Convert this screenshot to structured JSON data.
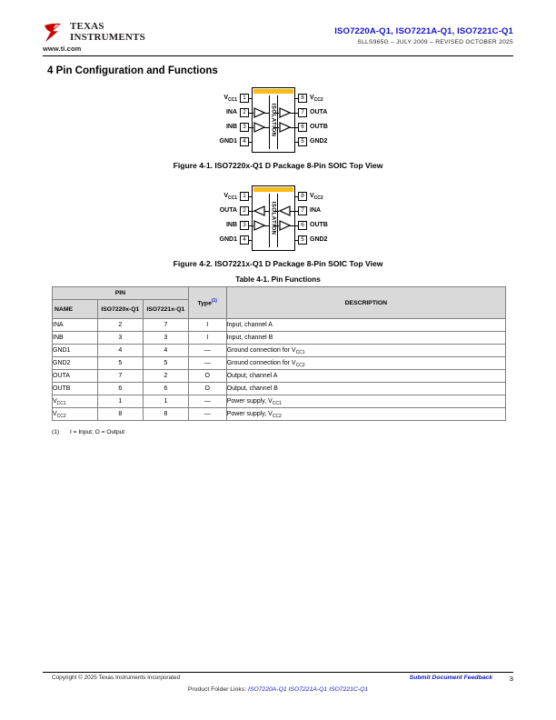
{
  "header": {
    "logo_line1": "TEXAS",
    "logo_line2": "INSTRUMENTS",
    "url": "www.ti.com",
    "part_numbers": "ISO7220A-Q1, ISO7221A-Q1, ISO7221C-Q1",
    "doc_line": "SLLS965G – JULY 2009 – REVISED OCTOBER 2025"
  },
  "section": {
    "title": "4 Pin Configuration and Functions"
  },
  "figures": [
    {
      "caption": "Figure 4-1. ISO7220x-Q1 D Package 8-Pin SOIC Top View",
      "isolation_label": "ISOLATION",
      "left_pins": [
        {
          "num": "1",
          "label": "VCC1",
          "base": "V",
          "sub": "CC1"
        },
        {
          "num": "2",
          "label": "INA",
          "base": "INA",
          "sub": ""
        },
        {
          "num": "3",
          "label": "INB",
          "base": "INB",
          "sub": ""
        },
        {
          "num": "4",
          "label": "GND1",
          "base": "GND1",
          "sub": ""
        }
      ],
      "right_pins": [
        {
          "num": "8",
          "label": "VCC2",
          "base": "V",
          "sub": "CC2"
        },
        {
          "num": "7",
          "label": "OUTA",
          "base": "OUTA",
          "sub": ""
        },
        {
          "num": "6",
          "label": "OUTB",
          "base": "OUTB",
          "sub": ""
        },
        {
          "num": "5",
          "label": "GND2",
          "base": "GND2",
          "sub": ""
        }
      ],
      "buffers": [
        {
          "side": "left",
          "row": "a",
          "direction": "right"
        },
        {
          "side": "left",
          "row": "b",
          "direction": "right"
        },
        {
          "side": "right",
          "row": "a",
          "direction": "right"
        },
        {
          "side": "right",
          "row": "b",
          "direction": "right"
        }
      ]
    },
    {
      "caption": "Figure 4-2. ISO7221x-Q1 D Package 8-Pin SOIC Top View",
      "isolation_label": "ISOLATION",
      "left_pins": [
        {
          "num": "1",
          "label": "VCC1",
          "base": "V",
          "sub": "CC1"
        },
        {
          "num": "2",
          "label": "OUTA",
          "base": "OUTA",
          "sub": ""
        },
        {
          "num": "3",
          "label": "INB",
          "base": "INB",
          "sub": ""
        },
        {
          "num": "4",
          "label": "GND1",
          "base": "GND1",
          "sub": ""
        }
      ],
      "right_pins": [
        {
          "num": "8",
          "label": "VCC2",
          "base": "V",
          "sub": "CC2"
        },
        {
          "num": "7",
          "label": "INA",
          "base": "INA",
          "sub": ""
        },
        {
          "num": "6",
          "label": "OUTB",
          "base": "OUTB",
          "sub": ""
        },
        {
          "num": "5",
          "label": "GND2",
          "base": "GND2",
          "sub": ""
        }
      ],
      "buffers": [
        {
          "side": "left",
          "row": "a",
          "direction": "left"
        },
        {
          "side": "left",
          "row": "b",
          "direction": "right"
        },
        {
          "side": "right",
          "row": "a",
          "direction": "left"
        },
        {
          "side": "right",
          "row": "b",
          "direction": "right"
        }
      ]
    }
  ],
  "table": {
    "caption": "Table 4-1. Pin Functions",
    "group_header": "PIN",
    "headers": {
      "name": "NAME",
      "col_7220": "ISO7220x-Q1",
      "col_7221": "ISO7221x-Q1",
      "type": "Type",
      "type_footnote": "(1)",
      "description": "DESCRIPTION"
    },
    "rows": [
      {
        "name": "INA",
        "name_sub": "",
        "p7220": "2",
        "p7221": "7",
        "type": "I",
        "desc": "Input, channel A",
        "desc_sub": ""
      },
      {
        "name": "INB",
        "name_sub": "",
        "p7220": "3",
        "p7221": "3",
        "type": "I",
        "desc": "Input, channel B",
        "desc_sub": ""
      },
      {
        "name": "GND1",
        "name_sub": "",
        "p7220": "4",
        "p7221": "4",
        "type": "—",
        "desc": "Ground connection for V",
        "desc_sub": "CC1"
      },
      {
        "name": "GND2",
        "name_sub": "",
        "p7220": "5",
        "p7221": "5",
        "type": "—",
        "desc": "Ground connection for V",
        "desc_sub": "CC2"
      },
      {
        "name": "OUTA",
        "name_sub": "",
        "p7220": "7",
        "p7221": "2",
        "type": "O",
        "desc": "Output, channel A",
        "desc_sub": ""
      },
      {
        "name": "OUTB",
        "name_sub": "",
        "p7220": "6",
        "p7221": "6",
        "type": "O",
        "desc": "Output, channel B",
        "desc_sub": ""
      },
      {
        "name": "V",
        "name_sub": "CC1",
        "p7220": "1",
        "p7221": "1",
        "type": "—",
        "desc": "Power supply, V",
        "desc_sub": "CC1"
      },
      {
        "name": "V",
        "name_sub": "CC2",
        "p7220": "8",
        "p7221": "8",
        "type": "—",
        "desc": "Power supply, V",
        "desc_sub": "CC2"
      }
    ],
    "footnote_number": "(1)",
    "footnote_text": "I = Input; O = Output"
  },
  "footer": {
    "copyright": "Copyright © 2025 Texas Instruments Incorporated",
    "feedback": "Submit Document Feedback",
    "page_number": "3",
    "product_links_label": "Product Folder Links:",
    "product_links": "ISO7220A-Q1 ISO7221A-Q1 ISO7221C-Q1"
  },
  "colors": {
    "link_blue": "#1414d2",
    "gold_bar": "#FDBB14",
    "table_header_gray": "#d9d9d9"
  }
}
